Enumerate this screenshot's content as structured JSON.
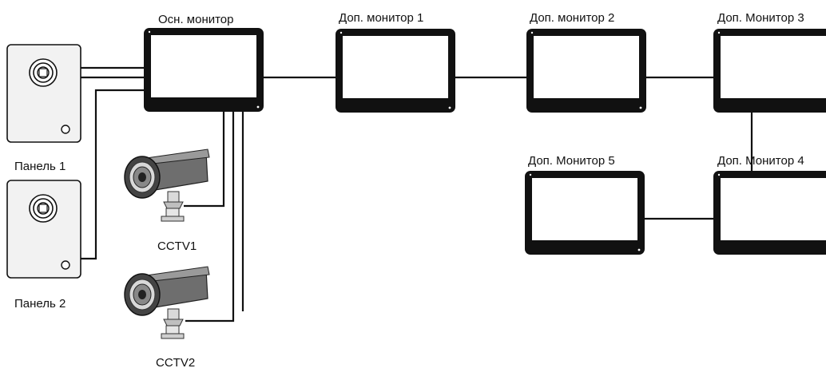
{
  "monitors": {
    "main": "Осн. монитор",
    "extra1": "Доп. монитор 1",
    "extra2": "Доп. монитор 2",
    "extra3": "Доп. Монитор 3",
    "extra4": "Доп. Монитор 4",
    "extra5": "Доп. Монитор 5"
  },
  "panels": {
    "panel1": "Панель 1",
    "panel2": "Панель 2"
  },
  "cameras": {
    "cctv1": "CCTV1",
    "cctv2": "CCTV2"
  },
  "colors": {
    "wire": "#111111",
    "monitor_frame": "#111111",
    "screen": "#ffffff",
    "panel_body": "#f2f2f2"
  }
}
